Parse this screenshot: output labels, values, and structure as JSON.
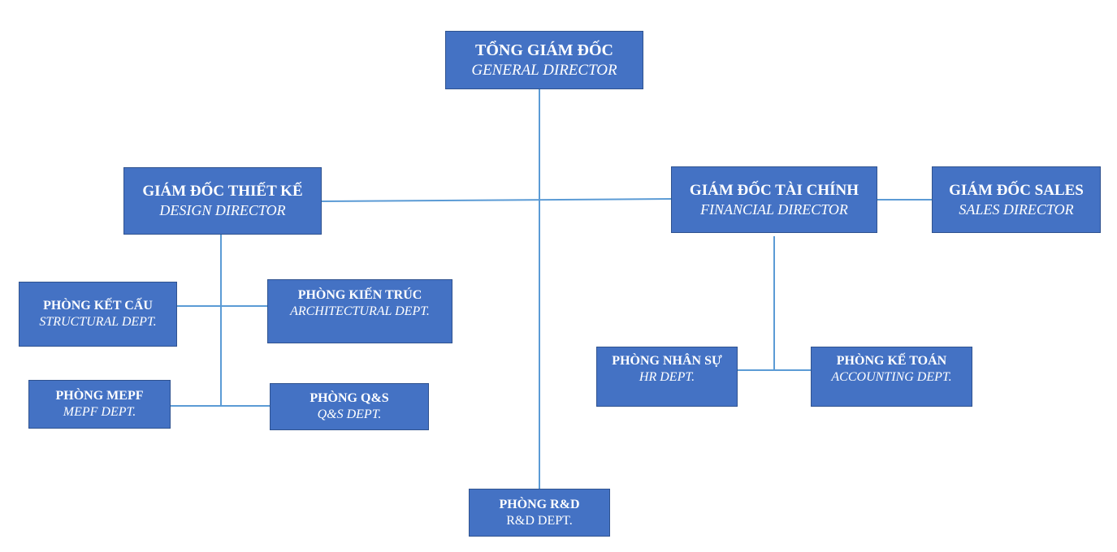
{
  "colors": {
    "box_fill": "#4472C4",
    "box_border": "#2F528F",
    "connector": "#5B9BD5",
    "text": "#FFFFFF"
  },
  "nodes": {
    "general_director": {
      "title": "TỔNG GIÁM ĐỐC",
      "subtitle": "GENERAL DIRECTOR"
    },
    "design_director": {
      "title": "GIÁM ĐỐC THIẾT KẾ",
      "subtitle": "DESIGN DIRECTOR"
    },
    "financial_director": {
      "title": "GIÁM ĐỐC TÀI CHÍNH",
      "subtitle": "FINANCIAL DIRECTOR"
    },
    "sales_director": {
      "title": "GIÁM ĐỐC SALES",
      "subtitle": "SALES DIRECTOR"
    },
    "structural": {
      "title": "PHÒNG KẾT CẤU",
      "subtitle": "STRUCTURAL DEPT."
    },
    "architectural": {
      "title": "PHÒNG KIẾN TRÚC",
      "subtitle": "ARCHITECTURAL DEPT."
    },
    "mepf": {
      "title": "PHÒNG MEPF",
      "subtitle": "MEPF DEPT."
    },
    "qs": {
      "title": "PHÒNG Q&S",
      "subtitle": "Q&S DEPT."
    },
    "hr": {
      "title": "PHÒNG NHÂN SỰ",
      "subtitle": "HR DEPT."
    },
    "accounting": {
      "title": "PHÒNG KẾ TOÁN",
      "subtitle": "ACCOUNTING DEPT."
    },
    "rnd": {
      "title": "PHÒNG R&D",
      "subtitle": "R&D DEPT."
    }
  }
}
